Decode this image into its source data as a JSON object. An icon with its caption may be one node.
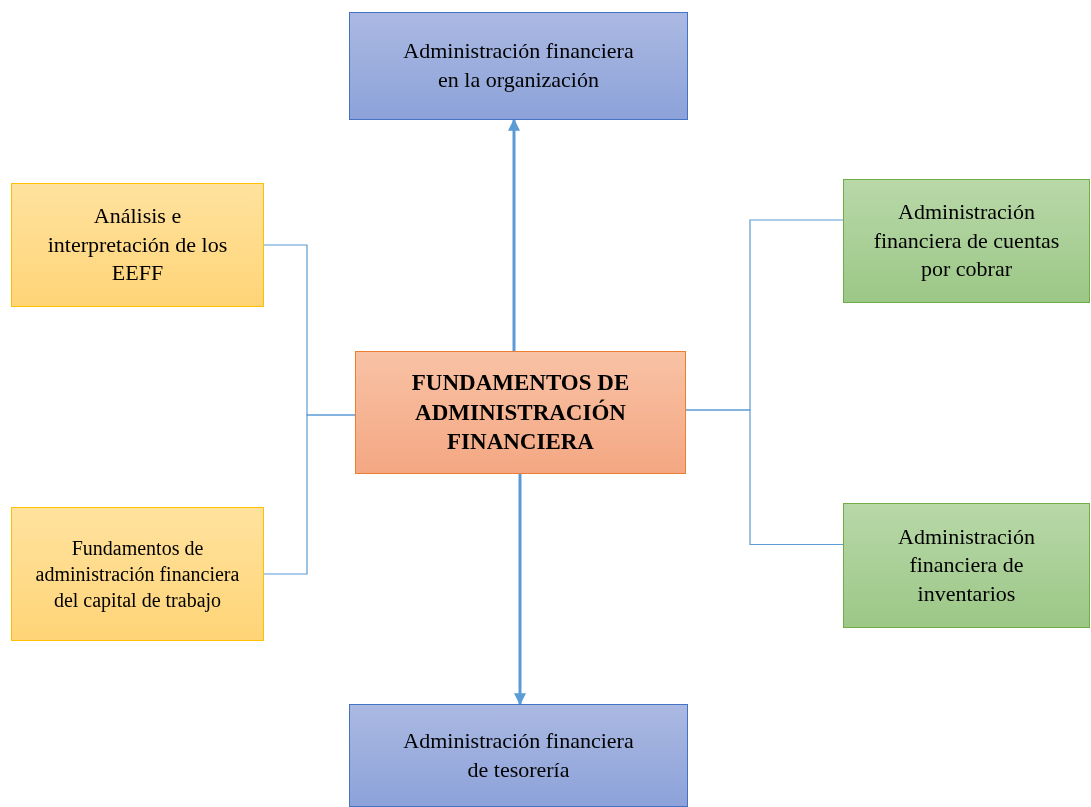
{
  "diagram": {
    "nodes": [
      {
        "text": [
          "FUNDAMENTOS DE ADMINISTRACIÓN FINANCIERA"
        ]
      },
      {
        "text": [
          "Administración financiera en la organización"
        ]
      },
      {
        "text": [
          "Análisis e interpretación de los EEFF"
        ]
      },
      {
        "text": [
          "Fundamentos de administración financiera del capital de trabajo"
        ]
      },
      {
        "text": [
          "Administración financiera de cuentas por cobrar"
        ]
      },
      {
        "text": [
          "Administración financiera de inventarios"
        ]
      },
      {
        "text": [
          "Administración financiera de tesorería"
        ]
      }
    ],
    "edges": [
      {
        "from": 0,
        "to": 1,
        "arrow": "to",
        "style": "thick"
      },
      {
        "from": 0,
        "to": 6,
        "arrow": "to",
        "style": "thick"
      },
      {
        "from": 0,
        "to": 2,
        "arrow": "none"
      },
      {
        "from": 0,
        "to": 3,
        "arrow": "none"
      },
      {
        "from": 0,
        "to": 4,
        "arrow": "none"
      },
      {
        "from": 0,
        "to": 5,
        "arrow": "none"
      }
    ]
  }
}
